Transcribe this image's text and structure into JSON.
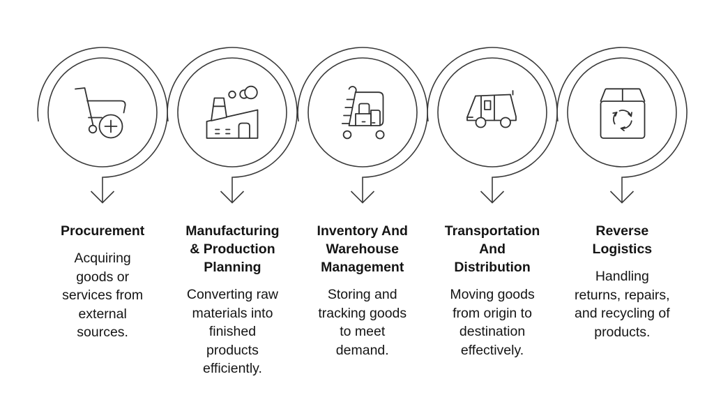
{
  "diagram": {
    "background_color": "#ffffff",
    "line_color": "#3a3a3a",
    "text_color": "#141414"
  },
  "stages": [
    {
      "icon": "cart-plus-icon",
      "title": "Procurement",
      "description": "Acquiring\ngoods or\nservices from\nexternal\nsources."
    },
    {
      "icon": "factory-icon",
      "title": "Manufacturing\n& Production\nPlanning",
      "description": "Converting raw\nmaterials into\nfinished\nproducts\nefficiently."
    },
    {
      "icon": "warehouse-cart-icon",
      "title": "Inventory And\nWarehouse\nManagement",
      "description": "Storing and\ntracking goods\nto meet\ndemand."
    },
    {
      "icon": "delivery-truck-icon",
      "title": "Transportation\nAnd\nDistribution",
      "description": "Moving goods\nfrom origin to\ndestination\neffectively."
    },
    {
      "icon": "recycle-box-icon",
      "title": "Reverse\nLogistics",
      "description": "Handling\nreturns, repairs,\nand recycling of\nproducts."
    }
  ]
}
